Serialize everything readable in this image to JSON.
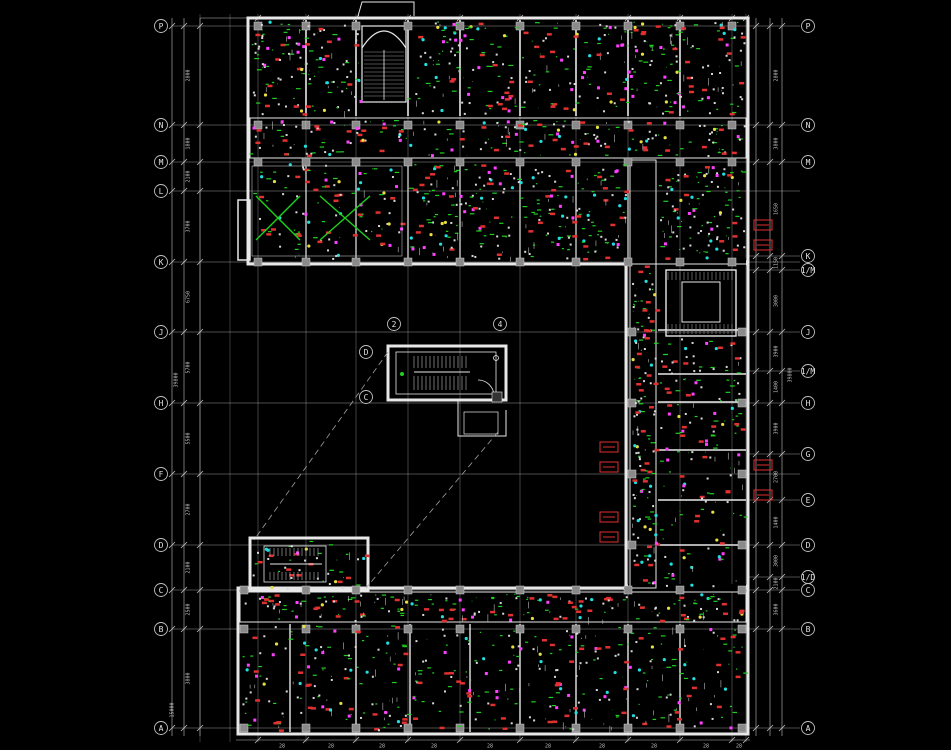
{
  "drawing": {
    "background": "#000000",
    "colors": {
      "wall": "#e8e8e8",
      "grid": "#b4b4b4",
      "dim": "#c0c0c0",
      "green": "#1fd11f",
      "red": "#e03030",
      "magenta": "#ff40ff",
      "cyan": "#20e0e0",
      "yellow": "#e8e040",
      "dash": "#a0a0a0"
    },
    "row_axes": [
      "P",
      "N",
      "M",
      "L",
      "K",
      "J",
      "H",
      "F",
      "D",
      "C",
      "B",
      "A"
    ],
    "right_axes": [
      "P",
      "N",
      "M",
      "K",
      "1/M",
      "J",
      "1/M",
      "H",
      "G",
      "E",
      "D",
      "1/D",
      "C",
      "B",
      "A"
    ],
    "column_axes": [
      "2",
      "4"
    ],
    "stair_axes": [
      "D",
      "C"
    ],
    "left_total": "39800",
    "right_total": "39800",
    "bottom_dims": [
      "28",
      "28",
      "28",
      "28",
      "28",
      "28",
      "28",
      "28",
      "28",
      "28",
      "28"
    ],
    "left_dims": [
      "2800",
      "1800",
      "2100",
      "3700",
      "6750",
      "5700",
      "5500",
      "2700",
      "2100",
      "2500",
      "3800"
    ],
    "right_dims": [
      "2800",
      "3800",
      "1650",
      "1150",
      "3000",
      "3900",
      "1400",
      "3900",
      "2700",
      "1400",
      "3000",
      "2100",
      "3600"
    ],
    "bottom_left_dim": "15000"
  }
}
